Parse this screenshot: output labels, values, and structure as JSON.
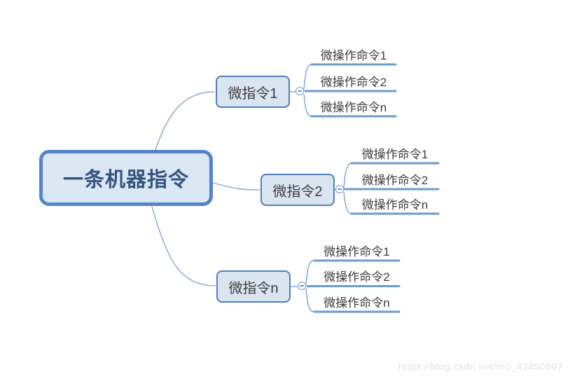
{
  "diagram": {
    "type": "mindmap",
    "root": {
      "label": "一条机器指令"
    },
    "branches": [
      {
        "label": "微指令1",
        "collapse_icon": "minus-icon",
        "children": [
          "微操作命令1",
          "微操作命令2",
          "微操作命令n"
        ]
      },
      {
        "label": "微指令2",
        "collapse_icon": "minus-icon",
        "children": [
          "微操作命令1",
          "微操作命令2",
          "微操作命令n"
        ]
      },
      {
        "label": "微指令n",
        "collapse_icon": "minus-icon",
        "children": [
          "微操作命令1",
          "微操作命令2",
          "微操作命令n"
        ]
      }
    ]
  },
  "watermark": {
    "text": "https://blog.csdn.net/m0_43450897"
  },
  "colors": {
    "background": "#FFFFFF",
    "root_border": "#5585C7",
    "root_fill": "#DCE7F4",
    "root_text": "#33547E",
    "branch_border": "#4E7FC0",
    "branch_fill": "#DAE5F2",
    "branch_text": "#3C3C3C",
    "leaf_text": "#3C3C3C",
    "connector_thick": "#6B9BD0",
    "connector_thin": "#85A9D6",
    "watermark_text": "#E3E3E3"
  }
}
